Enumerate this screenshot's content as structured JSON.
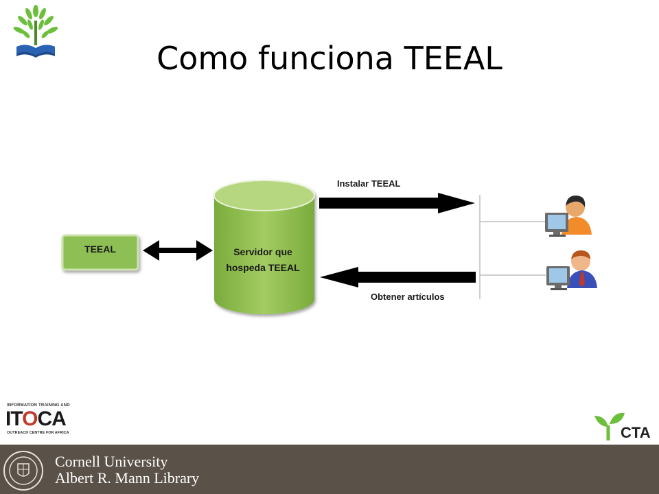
{
  "slide": {
    "title": "Como funciona TEEAL"
  },
  "diagram": {
    "teeal_box": "TEEAL",
    "server_line1": "Servidor que",
    "server_line2": "hospeda TEEAL",
    "arrow_top_label": "Instalar TEEAL",
    "arrow_bottom_label": "Obtener artículos"
  },
  "logos": {
    "itoca_top": "INFORMATION TRAINING AND",
    "itoca_main_pre": "IT",
    "itoca_main_o": "O",
    "itoca_main_post": "CA",
    "itoca_bottom": "OUTREACH CENTRE FOR AFRICA",
    "cta": "CTA"
  },
  "footer": {
    "line1": "Cornell University",
    "line2": "Albert R. Mann Library"
  },
  "colors": {
    "server_green": "#8fbf4d",
    "server_top": "#b6d67f",
    "teeal_green": "#7eb04a",
    "footer_bg": "#5a5148"
  }
}
